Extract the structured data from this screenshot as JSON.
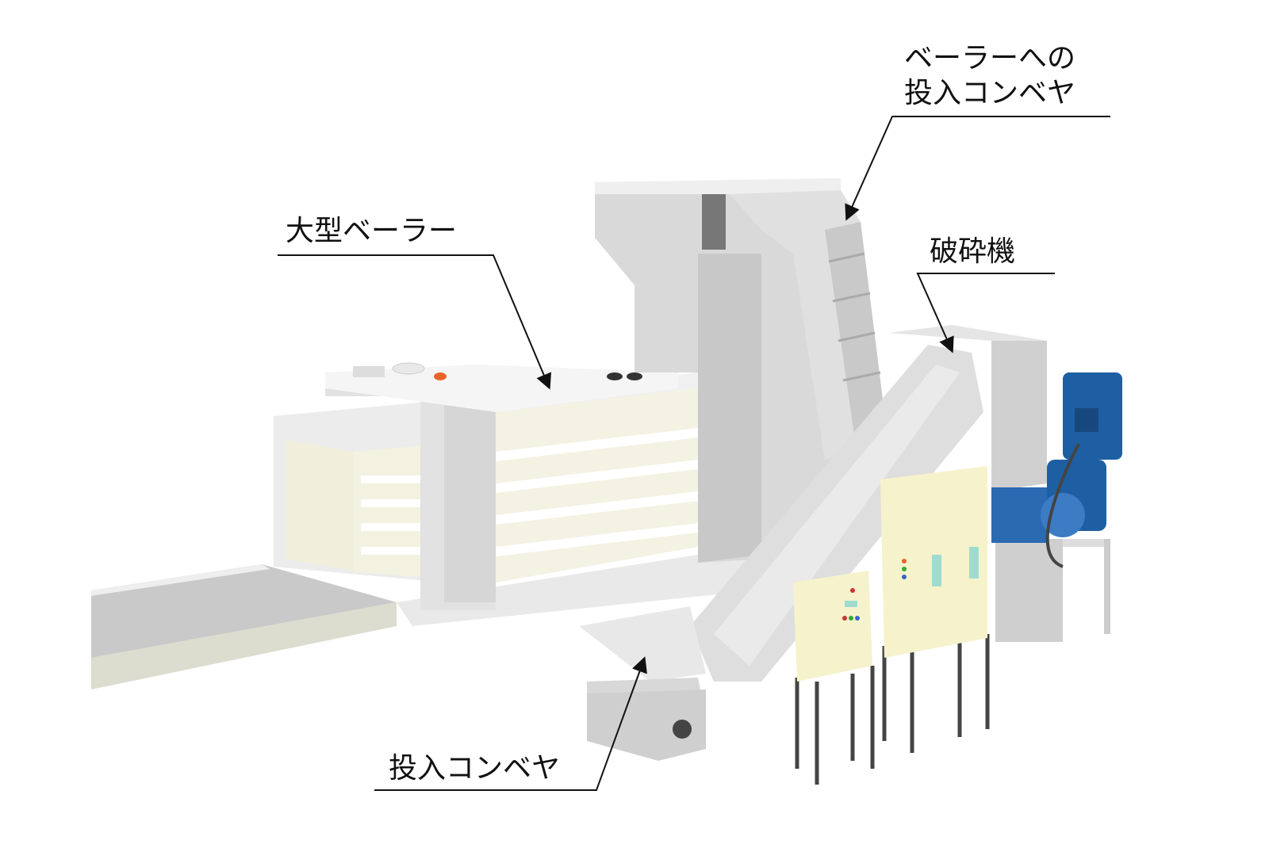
{
  "labels": {
    "baler_conveyor_line1": "ベーラーへの",
    "baler_conveyor_line2": "投入コンベヤ",
    "large_baler": "大型ベーラー",
    "crusher": "破砕機",
    "feed_conveyor": "投入コンベヤ"
  },
  "colors": {
    "machine_light": "#e6e6e6",
    "machine_mid": "#cfcfcf",
    "machine_dark": "#9a9a9a",
    "bale": "#f1efdc",
    "control_panel": "#f6f2cc",
    "motor_blue": "#1e5fa3",
    "indicator_teal": "#9fdccf"
  }
}
